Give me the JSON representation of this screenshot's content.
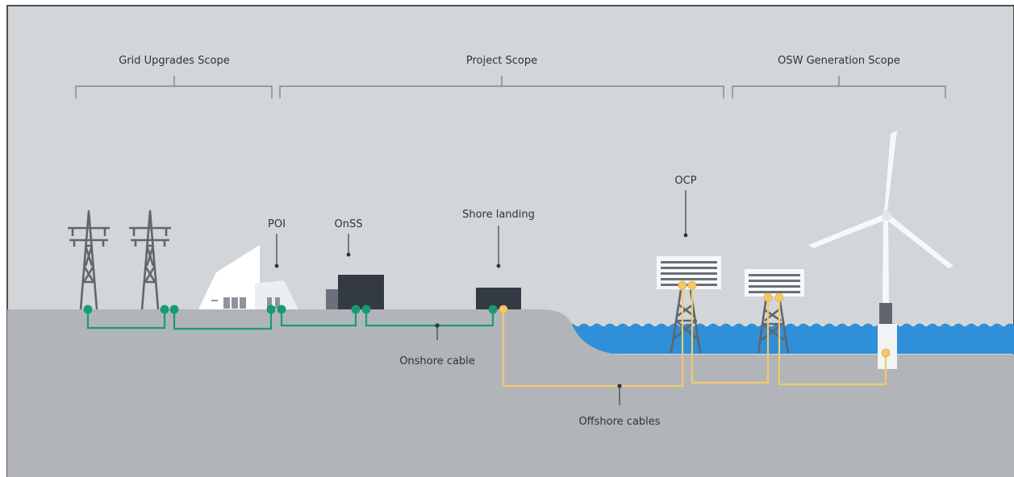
{
  "scopes": {
    "grid_upgrades": "Grid Upgrades Scope",
    "project": "Project Scope",
    "osw_generation": "OSW Generation Scope"
  },
  "labels": {
    "poi": "POI",
    "onss": "OnSS",
    "shore_landing": "Shore landing",
    "ocp": "OCP",
    "onshore_cable": "Onshore cable",
    "offshore_cables": "Offshore cables"
  },
  "colors": {
    "sky": "#d2d6d9",
    "ground": "#b1b5ba",
    "water": "#2f8fd8",
    "onshore_cable": "#1a9a73",
    "offshore_cable": "#f2c96a",
    "structure": "#5f666d",
    "building": "#333a43"
  }
}
